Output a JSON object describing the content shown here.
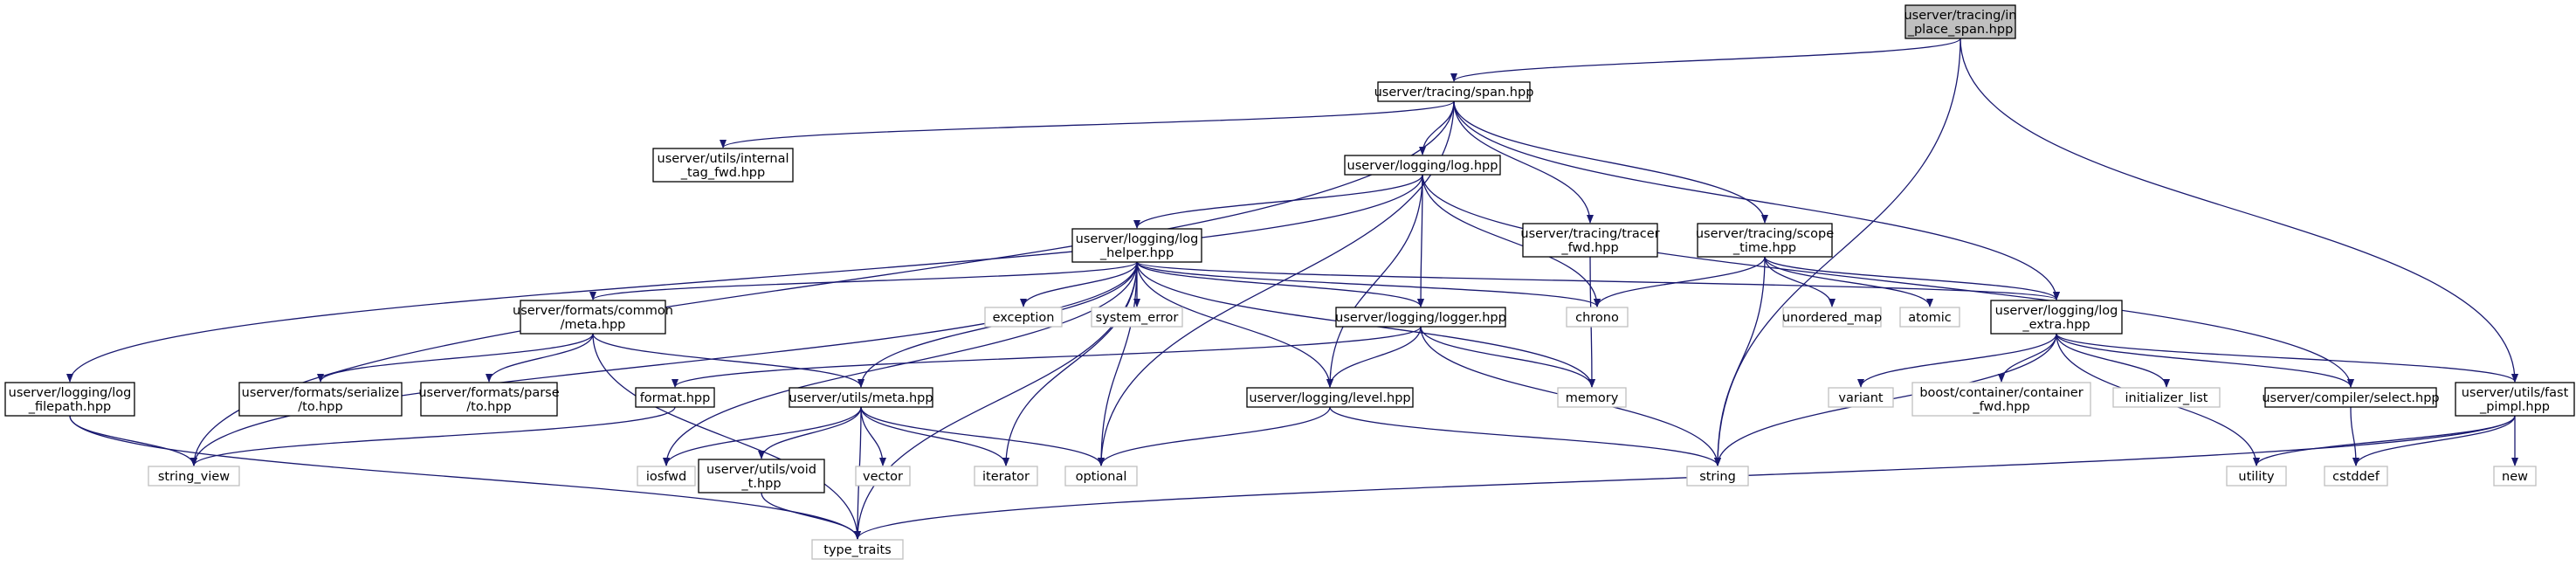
{
  "title": "",
  "colors": {
    "edge": "#191970",
    "root_fill": "#bfbfbf",
    "node_border": "#000000",
    "system_border": "#bfbfbf"
  },
  "nodes": [
    {
      "id": "n_root",
      "lines": [
        "userver/tracing/in",
        "_place_span.hpp"
      ],
      "kind": "root"
    },
    {
      "id": "n_span",
      "lines": [
        "userver/tracing/span.hpp"
      ],
      "kind": "local"
    },
    {
      "id": "n_internal",
      "lines": [
        "userver/utils/internal",
        "_tag_fwd.hpp"
      ],
      "kind": "local"
    },
    {
      "id": "n_log",
      "lines": [
        "userver/logging/log.hpp"
      ],
      "kind": "local"
    },
    {
      "id": "n_tracer",
      "lines": [
        "userver/tracing/tracer",
        "_fwd.hpp"
      ],
      "kind": "local"
    },
    {
      "id": "n_scope",
      "lines": [
        "userver/tracing/scope",
        "_time.hpp"
      ],
      "kind": "local"
    },
    {
      "id": "n_loghelper",
      "lines": [
        "userver/logging/log",
        "_helper.hpp"
      ],
      "kind": "local"
    },
    {
      "id": "n_fmtmeta",
      "lines": [
        "userver/formats/common",
        "/meta.hpp"
      ],
      "kind": "local"
    },
    {
      "id": "n_exception",
      "lines": [
        "exception"
      ],
      "kind": "system"
    },
    {
      "id": "n_syserr",
      "lines": [
        "system_error"
      ],
      "kind": "system"
    },
    {
      "id": "n_logger",
      "lines": [
        "userver/logging/logger.hpp"
      ],
      "kind": "local"
    },
    {
      "id": "n_chrono",
      "lines": [
        "chrono"
      ],
      "kind": "system"
    },
    {
      "id": "n_unordered",
      "lines": [
        "unordered_map"
      ],
      "kind": "system"
    },
    {
      "id": "n_atomic",
      "lines": [
        "atomic"
      ],
      "kind": "system"
    },
    {
      "id": "n_logextra",
      "lines": [
        "userver/logging/log",
        "_extra.hpp"
      ],
      "kind": "local"
    },
    {
      "id": "n_filepath",
      "lines": [
        "userver/logging/log",
        "_filepath.hpp"
      ],
      "kind": "local"
    },
    {
      "id": "n_serialize",
      "lines": [
        "userver/formats/serialize",
        "/to.hpp"
      ],
      "kind": "local"
    },
    {
      "id": "n_parse",
      "lines": [
        "userver/formats/parse",
        "/to.hpp"
      ],
      "kind": "local"
    },
    {
      "id": "n_format",
      "lines": [
        "format.hpp"
      ],
      "kind": "local"
    },
    {
      "id": "n_utilsmeta",
      "lines": [
        "userver/utils/meta.hpp"
      ],
      "kind": "local"
    },
    {
      "id": "n_level",
      "lines": [
        "userver/logging/level.hpp"
      ],
      "kind": "local"
    },
    {
      "id": "n_memory",
      "lines": [
        "memory"
      ],
      "kind": "system"
    },
    {
      "id": "n_variant",
      "lines": [
        "variant"
      ],
      "kind": "system"
    },
    {
      "id": "n_boost",
      "lines": [
        "boost/container/container",
        "_fwd.hpp"
      ],
      "kind": "system"
    },
    {
      "id": "n_initlist",
      "lines": [
        "initializer_list"
      ],
      "kind": "system"
    },
    {
      "id": "n_select",
      "lines": [
        "userver/compiler/select.hpp"
      ],
      "kind": "local"
    },
    {
      "id": "n_fastpimpl",
      "lines": [
        "userver/utils/fast",
        "_pimpl.hpp"
      ],
      "kind": "local"
    },
    {
      "id": "n_stringview",
      "lines": [
        "string_view"
      ],
      "kind": "system"
    },
    {
      "id": "n_iosfwd",
      "lines": [
        "iosfwd"
      ],
      "kind": "system"
    },
    {
      "id": "n_voidt",
      "lines": [
        "userver/utils/void",
        "_t.hpp"
      ],
      "kind": "local"
    },
    {
      "id": "n_vector",
      "lines": [
        "vector"
      ],
      "kind": "system"
    },
    {
      "id": "n_iterator",
      "lines": [
        "iterator"
      ],
      "kind": "system"
    },
    {
      "id": "n_optional",
      "lines": [
        "optional"
      ],
      "kind": "system"
    },
    {
      "id": "n_string",
      "lines": [
        "string"
      ],
      "kind": "system"
    },
    {
      "id": "n_utility",
      "lines": [
        "utility"
      ],
      "kind": "system"
    },
    {
      "id": "n_cstddef",
      "lines": [
        "cstddef"
      ],
      "kind": "system"
    },
    {
      "id": "n_new",
      "lines": [
        "new"
      ],
      "kind": "system"
    },
    {
      "id": "n_typetraits",
      "lines": [
        "type_traits"
      ],
      "kind": "system"
    }
  ],
  "edges": [
    [
      "n_root",
      "n_span"
    ],
    [
      "n_root",
      "n_string"
    ],
    [
      "n_root",
      "n_fastpimpl"
    ],
    [
      "n_span",
      "n_internal"
    ],
    [
      "n_span",
      "n_log"
    ],
    [
      "n_span",
      "n_tracer"
    ],
    [
      "n_span",
      "n_scope"
    ],
    [
      "n_span",
      "n_logextra"
    ],
    [
      "n_span",
      "n_stringview"
    ],
    [
      "n_span",
      "n_optional"
    ],
    [
      "n_log",
      "n_loghelper"
    ],
    [
      "n_log",
      "n_filepath"
    ],
    [
      "n_log",
      "n_logger"
    ],
    [
      "n_log",
      "n_level"
    ],
    [
      "n_log",
      "n_chrono"
    ],
    [
      "n_log",
      "n_select"
    ],
    [
      "n_tracer",
      "n_memory"
    ],
    [
      "n_scope",
      "n_chrono"
    ],
    [
      "n_scope",
      "n_unordered"
    ],
    [
      "n_scope",
      "n_atomic"
    ],
    [
      "n_scope",
      "n_logextra"
    ],
    [
      "n_scope",
      "n_string"
    ],
    [
      "n_loghelper",
      "n_fmtmeta"
    ],
    [
      "n_loghelper",
      "n_exception"
    ],
    [
      "n_loghelper",
      "n_syserr"
    ],
    [
      "n_loghelper",
      "n_logger"
    ],
    [
      "n_loghelper",
      "n_chrono"
    ],
    [
      "n_loghelper",
      "n_logextra"
    ],
    [
      "n_loghelper",
      "n_utilsmeta"
    ],
    [
      "n_loghelper",
      "n_level"
    ],
    [
      "n_loghelper",
      "n_memory"
    ],
    [
      "n_loghelper",
      "n_stringview"
    ],
    [
      "n_loghelper",
      "n_iosfwd"
    ],
    [
      "n_loghelper",
      "n_iterator"
    ],
    [
      "n_loghelper",
      "n_optional"
    ],
    [
      "n_loghelper",
      "n_typetraits"
    ],
    [
      "n_fmtmeta",
      "n_serialize"
    ],
    [
      "n_fmtmeta",
      "n_parse"
    ],
    [
      "n_fmtmeta",
      "n_utilsmeta"
    ],
    [
      "n_fmtmeta",
      "n_typetraits"
    ],
    [
      "n_logger",
      "n_format"
    ],
    [
      "n_logger",
      "n_level"
    ],
    [
      "n_logger",
      "n_memory"
    ],
    [
      "n_logger",
      "n_string"
    ],
    [
      "n_logextra",
      "n_variant"
    ],
    [
      "n_logextra",
      "n_boost"
    ],
    [
      "n_logextra",
      "n_initlist"
    ],
    [
      "n_logextra",
      "n_select"
    ],
    [
      "n_logextra",
      "n_fastpimpl"
    ],
    [
      "n_logextra",
      "n_string"
    ],
    [
      "n_logextra",
      "n_utility"
    ],
    [
      "n_filepath",
      "n_stringview"
    ],
    [
      "n_filepath",
      "n_typetraits"
    ],
    [
      "n_format",
      "n_stringview"
    ],
    [
      "n_utilsmeta",
      "n_iosfwd"
    ],
    [
      "n_utilsmeta",
      "n_voidt"
    ],
    [
      "n_utilsmeta",
      "n_vector"
    ],
    [
      "n_utilsmeta",
      "n_iterator"
    ],
    [
      "n_utilsmeta",
      "n_optional"
    ],
    [
      "n_utilsmeta",
      "n_typetraits"
    ],
    [
      "n_level",
      "n_optional"
    ],
    [
      "n_level",
      "n_string"
    ],
    [
      "n_select",
      "n_cstddef"
    ],
    [
      "n_fastpimpl",
      "n_utility"
    ],
    [
      "n_fastpimpl",
      "n_cstddef"
    ],
    [
      "n_fastpimpl",
      "n_new"
    ],
    [
      "n_fastpimpl",
      "n_typetraits"
    ],
    [
      "n_voidt",
      "n_typetraits"
    ]
  ]
}
